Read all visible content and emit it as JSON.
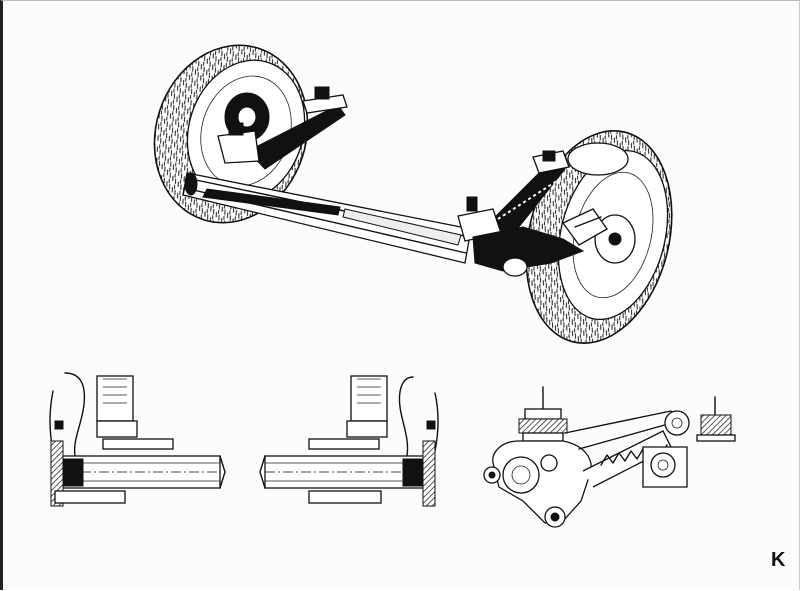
{
  "figure": {
    "corner_letter": "K",
    "ink_color": "#111111",
    "paper_color": "#fcfcfc",
    "views": [
      {
        "name": "main-axle-perspective"
      },
      {
        "name": "left-hub-section"
      },
      {
        "name": "right-hub-section"
      },
      {
        "name": "trailing-arm-detail"
      }
    ]
  }
}
